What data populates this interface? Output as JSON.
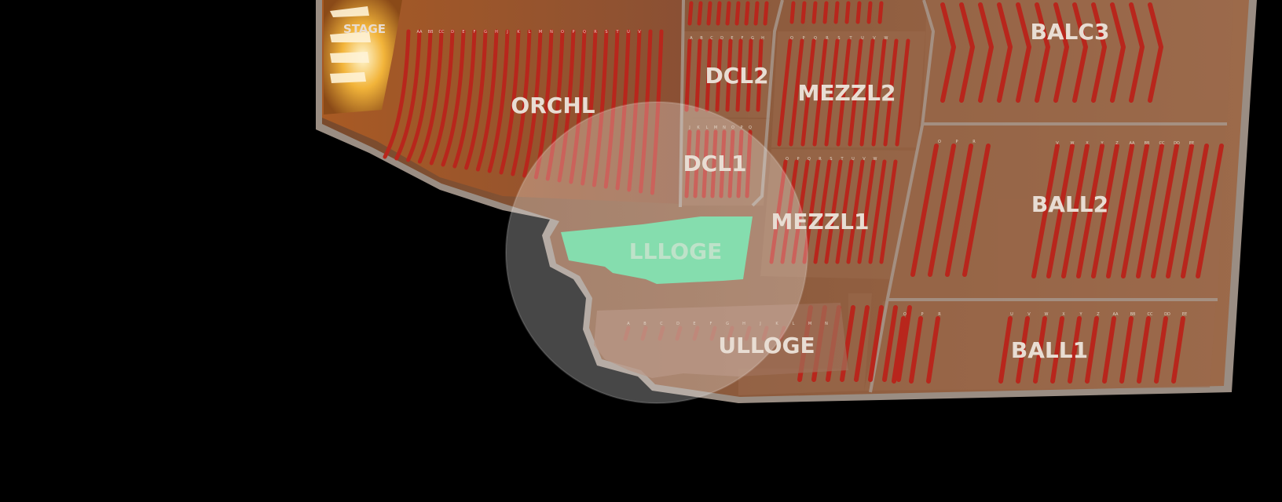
{
  "colors": {
    "background": "#000000",
    "outline": "#9a8d83",
    "floor": "#8a5a3c",
    "seat": "#b8261c",
    "highlight": "#57d08f",
    "label": "#e8ddd3"
  },
  "sections": {
    "stage": "STAGE",
    "orchl": "ORCHL",
    "dcl2": "DCL2",
    "dcl1": "DCL1",
    "mezzl2": "MEZZL2",
    "mezzl1": "MEZZL1",
    "llloge": "LLLOGE",
    "ulloge": "ULLOGE",
    "balc3": "BALC3",
    "ball2": "BALL2",
    "ball1": "BALL1"
  },
  "selected_section": "LLLOGE",
  "row_letters": {
    "orch": [
      "AA",
      "BB",
      "CC",
      "D",
      "E",
      "F",
      "G",
      "H",
      "J",
      "K",
      "L",
      "M",
      "N",
      "O",
      "P",
      "Q",
      "R",
      "S",
      "T",
      "U",
      "V"
    ],
    "dcl2": [
      "A",
      "B",
      "C",
      "D",
      "E",
      "F",
      "G",
      "H"
    ],
    "dcl1": [
      "J",
      "K",
      "L",
      "M",
      "N",
      "O",
      "P",
      "Q"
    ],
    "mezz2": [
      "O",
      "P",
      "Q",
      "R",
      "S",
      "T",
      "U",
      "V",
      "W"
    ],
    "mezz1": [
      "O",
      "P",
      "Q",
      "R",
      "S",
      "T",
      "U",
      "V",
      "W"
    ],
    "ulloge": [
      "A",
      "B",
      "C",
      "D",
      "E",
      "F",
      "G",
      "H",
      "J",
      "K",
      "L",
      "M",
      "N"
    ],
    "ball2_left": [
      "O",
      "P",
      "R"
    ],
    "ball2_right": [
      "V",
      "W",
      "X",
      "Y",
      "Z",
      "AA",
      "BB",
      "CC",
      "DD",
      "EE"
    ],
    "ball1_left": [
      "O",
      "P",
      "R"
    ],
    "ball1_right": [
      "U",
      "V",
      "W",
      "X",
      "Y",
      "Z",
      "AA",
      "BB",
      "CC",
      "DD",
      "EE"
    ]
  }
}
